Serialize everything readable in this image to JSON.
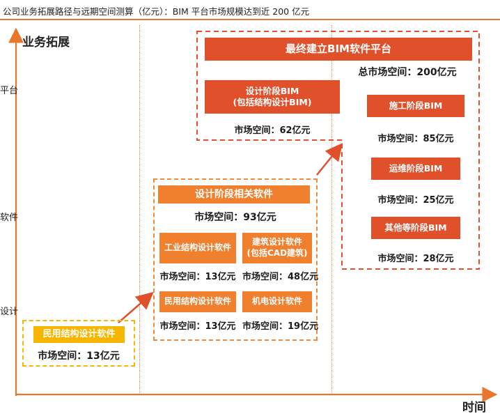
{
  "page_title": "公司业务拓展路径与远期空间测算（亿元）：BIM 平台市场规模达到近 200 亿元",
  "axes": {
    "y_title": "业务拓展",
    "x_title": "时间",
    "y_ticks": [
      "平台",
      "软件",
      "设计"
    ]
  },
  "stage1": {
    "box_label": "民用结构设计软件",
    "market": "市场空间：13亿元"
  },
  "stage2": {
    "header": "设计阶段相关软件",
    "header_market": "市场空间：93亿元",
    "items": [
      {
        "label": "工业结构设计软件",
        "market": "市场空间：13亿元"
      },
      {
        "label_line1": "建筑设计软件",
        "label_line2": "(包括CAD建筑)",
        "market": "市场空间：48亿元"
      },
      {
        "label": "民用结构设计软件",
        "market": "市场空间：13亿元"
      },
      {
        "label": "机电设计软件",
        "market": "市场空间：19亿元"
      }
    ]
  },
  "stage3": {
    "header": "最终建立BIM软件平台",
    "total_market": "总市场空间：200亿元",
    "design_bim": {
      "label_line1": "设计阶段BIM",
      "label_line2": "(包括结构设计BIM)",
      "market": "市场空间：62亿元"
    },
    "construction": {
      "label": "施工阶段BIM",
      "market": "市场空间：85亿元"
    },
    "operation": {
      "label": "运维阶段BIM",
      "market": "市场空间：25亿元"
    },
    "other": {
      "label": "其他等阶段BIM",
      "market": "市场空间：28亿元"
    }
  },
  "colors": {
    "red": "#e0502a",
    "orange": "#f07f2e",
    "yellow": "#f7b500",
    "axis": "#e8762d"
  }
}
